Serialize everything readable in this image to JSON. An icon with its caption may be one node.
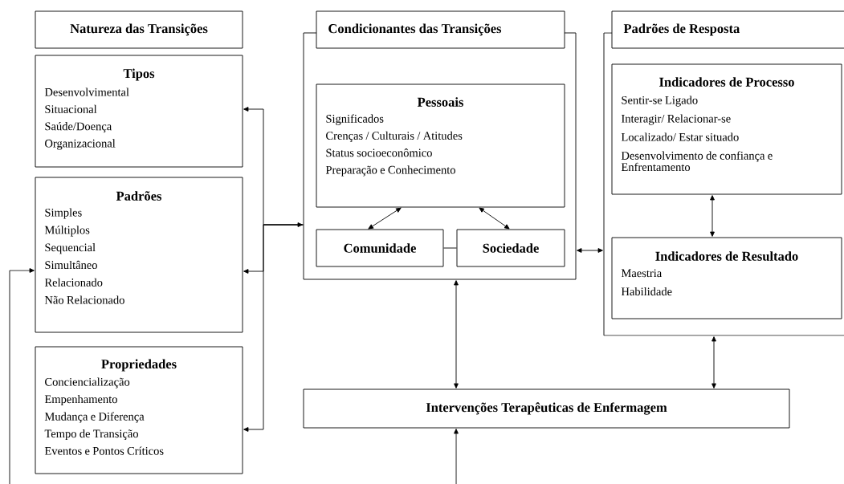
{
  "diagram": {
    "nodes": [
      {
        "text": [
          "Natureza das Transições"
        ]
      },
      {
        "text": [
          "Tipos",
          "Desenvolvimental",
          "Situacional",
          "Saúde/Doença",
          "Organizacional"
        ]
      },
      {
        "text": [
          "Padrões",
          "Simples",
          "Múltiplos",
          "Sequencial",
          "Simultâneo",
          "Relacionado",
          "Não Relacionado"
        ]
      },
      {
        "text": [
          "Propriedades",
          "Conciencialização",
          "Empenhamento",
          "Mudança e Diferença",
          "Tempo de Transição",
          "Eventos e Pontos Críticos"
        ]
      },
      {
        "text": [
          "Condicionantes das Transições"
        ]
      },
      {
        "text": [
          "Pessoais",
          "Significados",
          "Crenças / Culturais / Atitudes",
          "Status socioeconômico",
          "Preparação e Conhecimento"
        ],
        "in": 4
      },
      {
        "text": [
          "Comunidade"
        ],
        "in": 4
      },
      {
        "text": [
          "Sociedade"
        ],
        "in": 4
      },
      {
        "text": [
          "Padrões de Resposta"
        ]
      },
      {
        "text": [
          "Indicadores de Processo",
          "Sentir-se Ligado",
          "Interagir/ Relacionar-se",
          "Localizado/ Estar situado",
          "Desenvolvimento de confiança e Enfrentamento"
        ],
        "in": 8
      },
      {
        "text": [
          "Indicadores de Resultado",
          "Maestria",
          "Habilidade"
        ],
        "in": 8
      },
      {
        "text": [
          "Intervenções Terapêuticas de Enfermagem"
        ]
      }
    ],
    "edges": [
      {
        "from": 4,
        "to": 1,
        "arrow": "both"
      },
      {
        "from": 4,
        "to": 2,
        "arrow": "to"
      },
      {
        "from": 4,
        "to": 3,
        "arrow": "to"
      },
      {
        "from": 5,
        "to": 6,
        "arrow": "both"
      },
      {
        "from": 5,
        "to": 7,
        "arrow": "both"
      },
      {
        "from": 6,
        "to": 7,
        "arrow": "none"
      },
      {
        "from": 4,
        "to": 8,
        "arrow": "both"
      },
      {
        "from": 9,
        "to": 10,
        "arrow": "both"
      },
      {
        "from": 4,
        "to": 11,
        "arrow": "both"
      },
      {
        "from": 8,
        "to": 11,
        "arrow": "both"
      },
      {
        "from": null,
        "to": 11,
        "arrow": "to"
      },
      {
        "from": null,
        "to": 2,
        "arrow": "to"
      }
    ]
  }
}
